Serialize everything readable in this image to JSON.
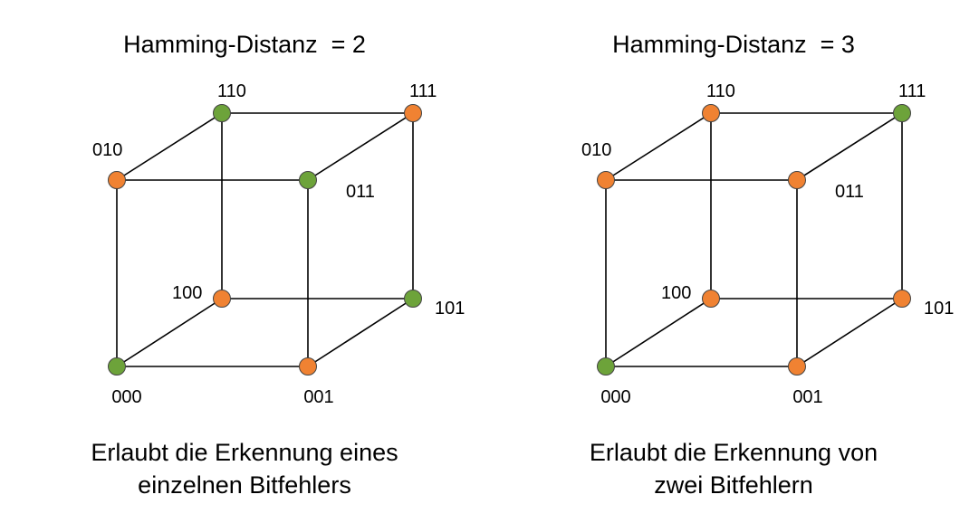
{
  "colors": {
    "orange": "#F08232",
    "green": "#6DA33A",
    "node_stroke": "#444444",
    "edge": "#000000"
  },
  "panels": [
    {
      "title": "Hamming-Distanz  = 2",
      "caption_line1": "Erlaubt die Erkennung eines",
      "caption_line2": "einzelnen Bitfehlers",
      "nodes": [
        {
          "label": "000",
          "color": "green"
        },
        {
          "label": "001",
          "color": "orange"
        },
        {
          "label": "010",
          "color": "orange"
        },
        {
          "label": "011",
          "color": "green"
        },
        {
          "label": "100",
          "color": "orange"
        },
        {
          "label": "101",
          "color": "green"
        },
        {
          "label": "110",
          "color": "green"
        },
        {
          "label": "111",
          "color": "orange"
        }
      ]
    },
    {
      "title": "Hamming-Distanz  = 3",
      "caption_line1": "Erlaubt die Erkennung von",
      "caption_line2": "zwei Bitfehlern",
      "nodes": [
        {
          "label": "000",
          "color": "green"
        },
        {
          "label": "001",
          "color": "orange"
        },
        {
          "label": "010",
          "color": "orange"
        },
        {
          "label": "011",
          "color": "orange"
        },
        {
          "label": "100",
          "color": "orange"
        },
        {
          "label": "101",
          "color": "orange"
        },
        {
          "label": "110",
          "color": "orange"
        },
        {
          "label": "111",
          "color": "green"
        }
      ]
    }
  ]
}
